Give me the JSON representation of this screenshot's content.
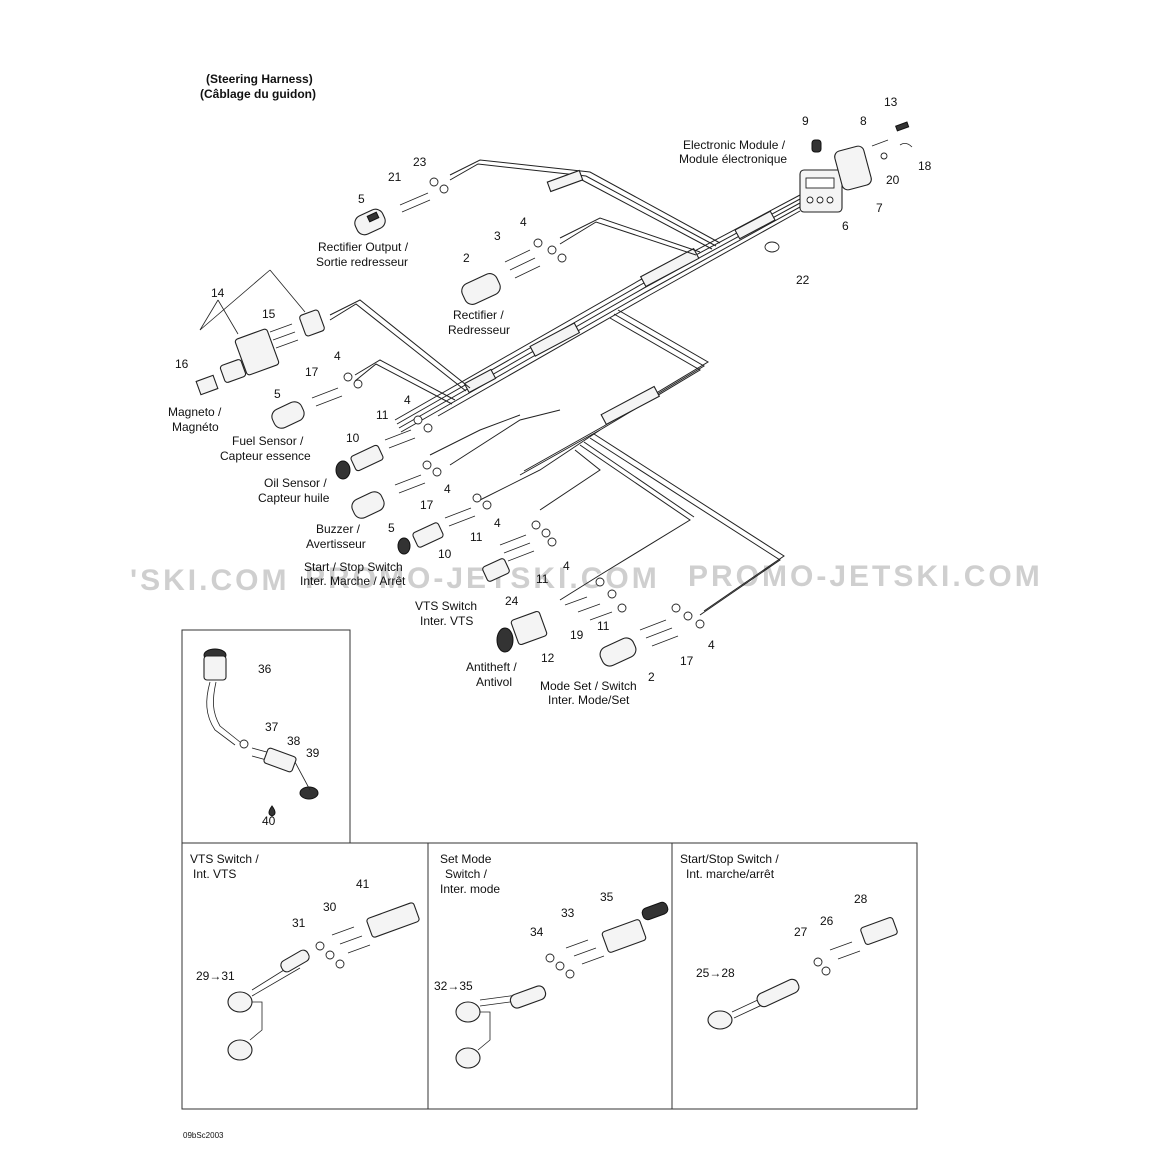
{
  "title": [
    "(Steering Harness)",
    "(Câblage du guidon)"
  ],
  "watermark": [
    "'SKI.COM",
    "PROMO-JETSKI.COM",
    "PROMO-JETSKI.COM"
  ],
  "drawing_code": "09bSc2003",
  "labels": {
    "electronic_module": [
      "Electronic Module /",
      "Module électronique"
    ],
    "rectifier_output": [
      "Rectifier Output /",
      "Sortie redresseur"
    ],
    "rectifier": [
      "Rectifier /",
      "Redresseur"
    ],
    "magneto": [
      "Magneto /",
      "Magnéto"
    ],
    "fuel_sensor": [
      "Fuel Sensor /",
      "Capteur essence"
    ],
    "oil_sensor": [
      "Oil Sensor /",
      "Capteur huile"
    ],
    "buzzer": [
      "Buzzer /",
      "Avertisseur"
    ],
    "start_stop": [
      "Start / Stop Switch",
      "Inter. Marche / Arrêt"
    ],
    "vts_switch": [
      "VTS Switch",
      "Inter. VTS"
    ],
    "antitheft": [
      "Antitheft /",
      "Antivol"
    ],
    "mode_set": [
      "Mode Set / Switch",
      "Inter. Mode/Set"
    ]
  },
  "callouts": [
    "9",
    "8",
    "13",
    "18",
    "20",
    "7",
    "6",
    "22",
    "23",
    "21",
    "5",
    "4",
    "3",
    "2",
    "14",
    "15",
    "16",
    "17",
    "5",
    "4",
    "11",
    "10",
    "4",
    "17",
    "5",
    "11",
    "10",
    "4",
    "4",
    "24",
    "11",
    "19",
    "4",
    "11",
    "12",
    "2",
    "17",
    "4",
    "36",
    "37",
    "38",
    "39",
    "40",
    "41",
    "30",
    "31",
    "29→31",
    "35",
    "33",
    "34",
    "32→35",
    "28",
    "26",
    "27",
    "25→28"
  ],
  "panels": {
    "vts": [
      "VTS Switch /",
      "Int. VTS"
    ],
    "setmode": [
      "Set Mode",
      "Switch /",
      "Inter. mode"
    ],
    "startstop": [
      "Start/Stop Switch /",
      "Int. marche/arrêt"
    ]
  },
  "colors": {
    "ink": "#222222",
    "watermark": "#cfcfcf",
    "background": "#ffffff"
  }
}
